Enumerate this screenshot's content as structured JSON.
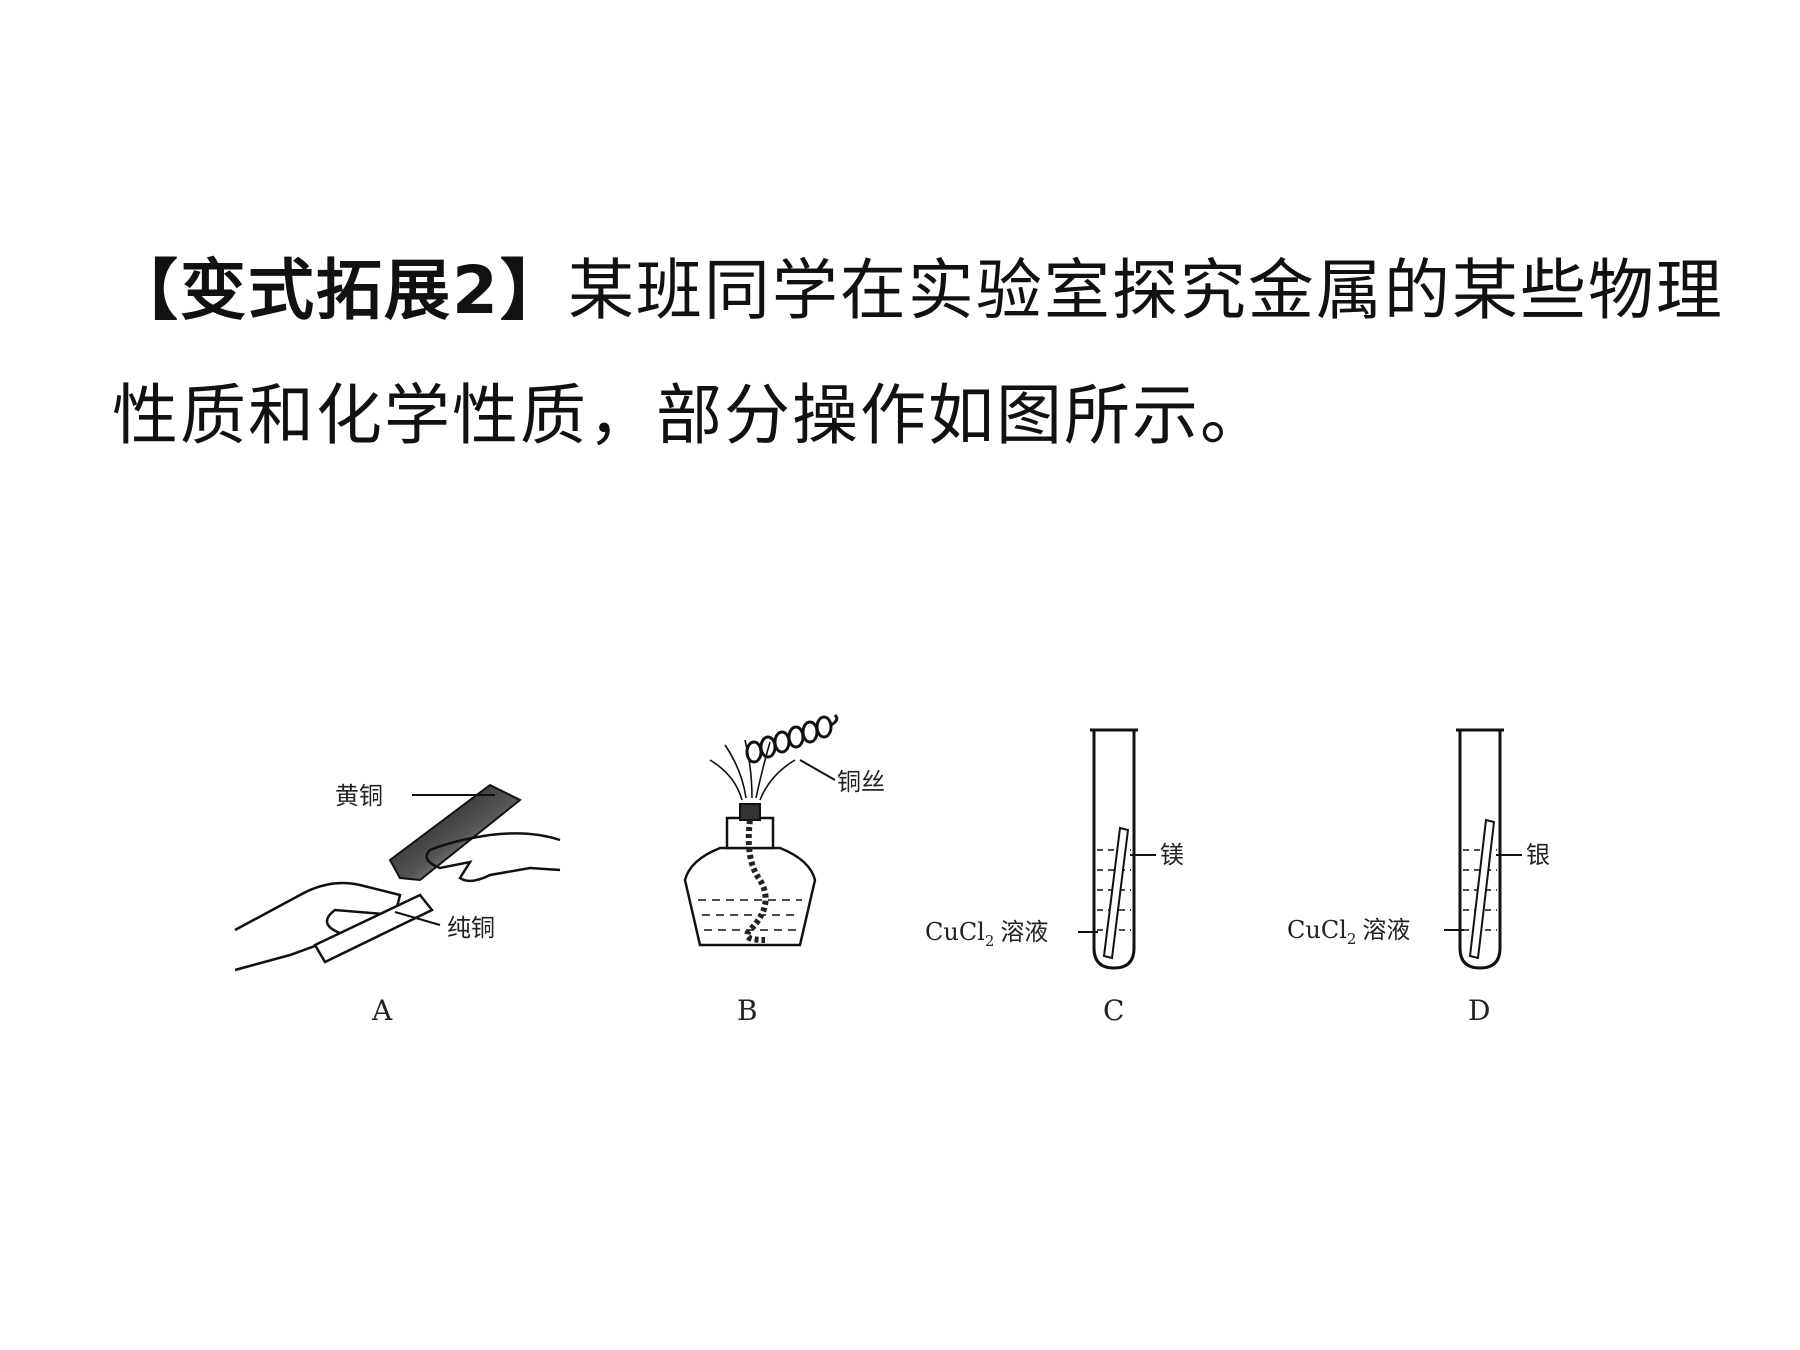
{
  "problem": {
    "tag": "【变式拓展2】",
    "text": "某班同学在实验室探究金属的某些物理性质和化学性质，部分操作如图所示。"
  },
  "figure": {
    "panel_a": {
      "label": "A",
      "top_metal": "黄铜",
      "bottom_metal": "纯铜"
    },
    "panel_b": {
      "label": "B",
      "wire": "铜丝"
    },
    "panel_c": {
      "label": "C",
      "metal": "镁",
      "solution_formula": "CuCl",
      "solution_subscript": "2",
      "solution_name": "溶液"
    },
    "panel_d": {
      "label": "D",
      "metal": "银",
      "solution_formula": "CuCl",
      "solution_subscript": "2",
      "solution_name": "溶液"
    }
  }
}
